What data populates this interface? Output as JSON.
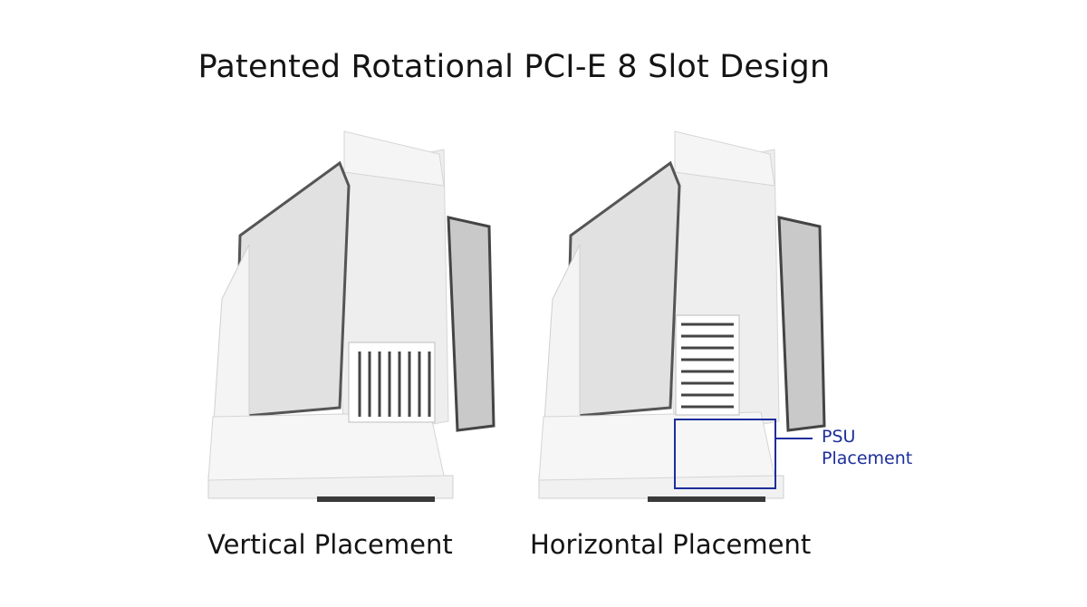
{
  "title": "Patented Rotational PCI-E 8 Slot Design",
  "captions": {
    "vertical": "Vertical Placement",
    "horizontal": "Horizontal Placement"
  },
  "psu": {
    "line1": "PSU",
    "line2": "Placement",
    "color": "#1c2e9c"
  }
}
